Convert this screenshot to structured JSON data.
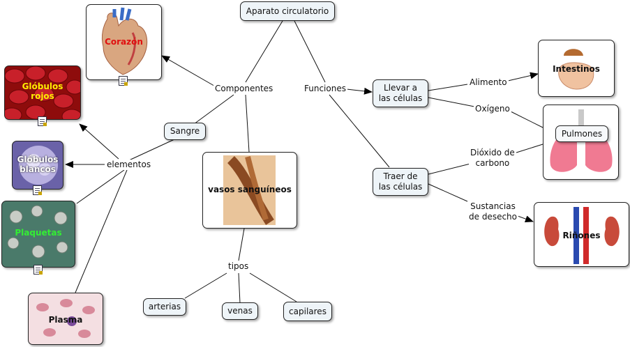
{
  "root": "Aparato circulatorio",
  "links": {
    "componentes": "Componentes",
    "funciones": "Funciones",
    "elementos": "elementos",
    "tipos": "tipos",
    "alimento": "Alimento",
    "oxigeno": "Oxígeno",
    "dioxido": "Dióxido de\ncarbono",
    "sustancias": "Sustancias\nde desecho"
  },
  "nodes": {
    "sangre": "Sangre",
    "llevar": "Llevar a\nlas células",
    "traer": "Traer de\nlas células",
    "arterias": "arterias",
    "venas": "venas",
    "capilares": "capilares",
    "pulmones_box": "Pulmones"
  },
  "images": {
    "corazon": {
      "title": "Corazón",
      "color": "#e01010"
    },
    "globulos_rojos": {
      "title": "Glóbulos\nrojos",
      "color": "#ffee00"
    },
    "globulos_blancos": {
      "title": "Glóbulos\nblancos",
      "color": "#ffffff"
    },
    "plaquetas": {
      "title": "Plaquetas",
      "color": "#33ee33"
    },
    "plasma": {
      "title": "Plasma",
      "color": "#111111"
    },
    "vasos": {
      "title": "vasos sanguíneos",
      "color": "#111111"
    },
    "intestinos": {
      "title": "Intestinos",
      "color": "#111111"
    },
    "pulmones": {
      "title": "Pulmones",
      "color": "#111111"
    },
    "rinones": {
      "title": "Riñones",
      "color": "#111111"
    }
  }
}
